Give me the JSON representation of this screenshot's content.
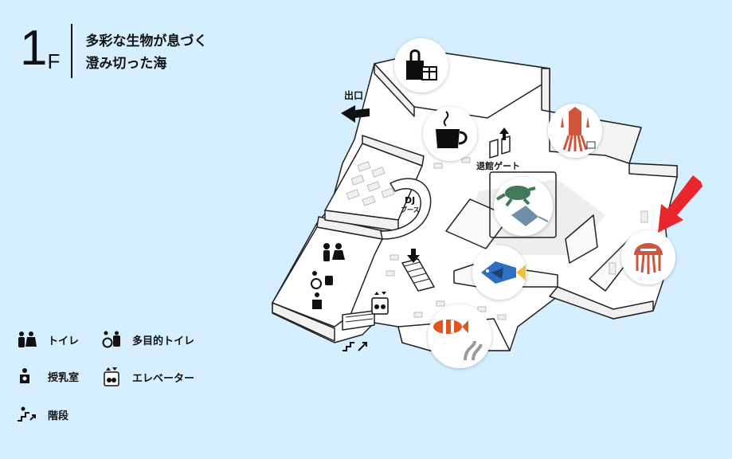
{
  "floor": {
    "number": "1",
    "suffix": "F",
    "subtitle_line1": "多彩な生物が息づく",
    "subtitle_line2": "澄み切った海"
  },
  "map_labels": {
    "exit": "出口",
    "exit_gate": "退館ゲート",
    "dj_line1": "DJ",
    "dj_line2": "ブース"
  },
  "legend": {
    "toilet": "トイレ",
    "multipurpose_toilet": "多目的トイレ",
    "nursing_room": "授乳室",
    "elevator": "エレベーター",
    "stairs": "階段"
  },
  "colors": {
    "background": "#d6efff",
    "arrow": "#e8262b",
    "squid": "#d0573a",
    "fish_blue": "#2f6fc0",
    "turtle_green": "#3f7a5a",
    "clownfish": "#e2571f"
  },
  "icons": [
    "gift-shop-icon",
    "cafe-icon",
    "squid-icon",
    "sea-turtle-stingray-icon",
    "blue-fish-icon",
    "clownfish-garden-eel-icon",
    "jellyfish-icon"
  ]
}
